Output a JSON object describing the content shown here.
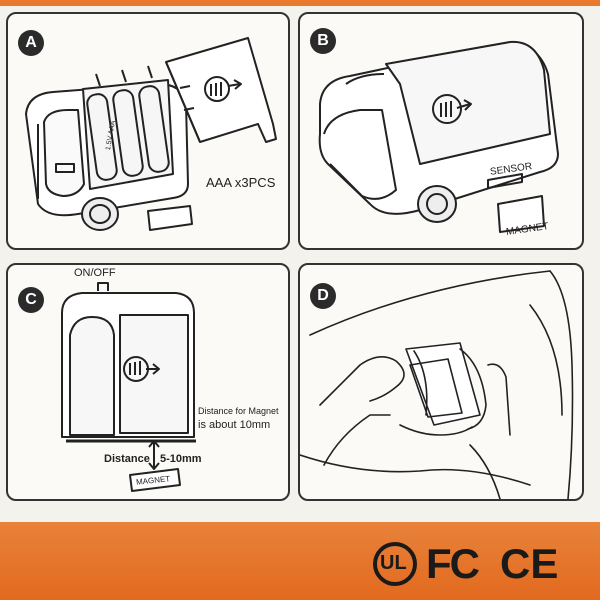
{
  "steps": [
    {
      "badge": "A",
      "caption": "AAA x3PCS",
      "battery_text": "1.5V AAA"
    },
    {
      "badge": "B",
      "sensor_label": "SENSOR",
      "magnet_label": "MAGNET"
    },
    {
      "badge": "C",
      "onoff_label": "ON/OFF",
      "distance_note_line1": "Distance for Magnet",
      "distance_note_line2": "is about 10mm",
      "distance_label": "Distance",
      "distance_range": "5-10mm",
      "magnet_label": "MAGNET"
    },
    {
      "badge": "D"
    }
  ],
  "certifications": [
    {
      "icon": "ul-certification-icon",
      "text": "UL"
    },
    {
      "icon": "fcc-certification-icon",
      "text": "FC"
    },
    {
      "icon": "ce-certification-icon",
      "text": "CE"
    }
  ],
  "colors": {
    "border": "#FE8634",
    "paper": "#F4F2EC",
    "ink": "#222222"
  }
}
